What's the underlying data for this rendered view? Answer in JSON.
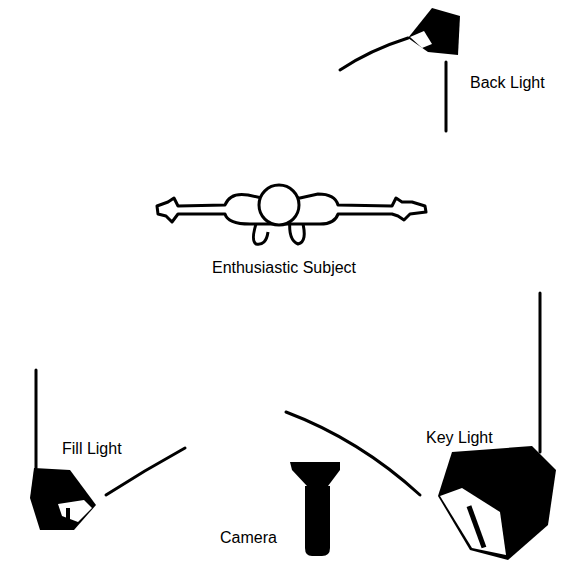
{
  "diagram": {
    "labels": [
      "Back Light",
      "Enthusiastic Subject",
      "Fill Light",
      "Key Light",
      "Camera"
    ]
  }
}
